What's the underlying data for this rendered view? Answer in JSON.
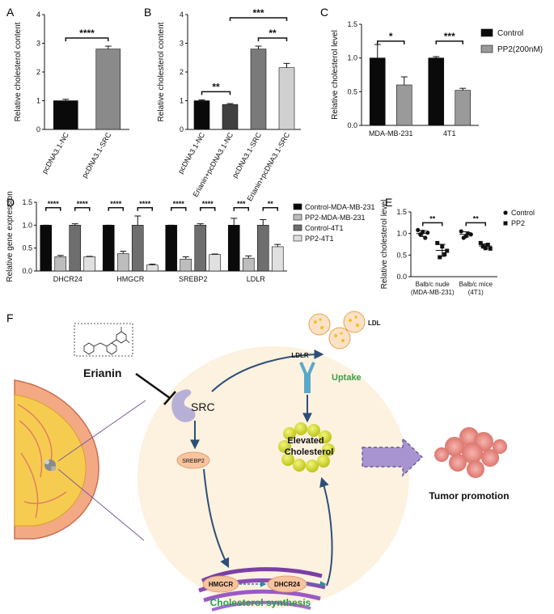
{
  "panel_labels": {
    "A": "A",
    "B": "B",
    "C": "C",
    "D": "D",
    "E": "E",
    "F": "F"
  },
  "colors": {
    "black": "#0a0a0a",
    "dark_gray": "#6e6e6e",
    "mid_gray": "#9a9a9a",
    "light_gray": "#d4d4d4",
    "cell_fill": "#fdf1df",
    "pathway_blue": "#2c4f78",
    "uptake_green": "#3aa04a",
    "synthesis_green": "#27a043",
    "yellow": "#d9e02a",
    "purple_arrow": "#a894d0"
  },
  "chart_data": [
    {
      "id": "A",
      "type": "bar",
      "ylabel": "Relative cholesterol content",
      "ylim": [
        0,
        4
      ],
      "yticks": [
        0,
        1,
        2,
        3,
        4
      ],
      "categories": [
        "pcDNA3.1-NC",
        "pcDNA3.1-SRC"
      ],
      "values": [
        1.0,
        2.8
      ],
      "errors": [
        0.05,
        0.1
      ],
      "colors": [
        "#0a0a0a",
        "#8a8a8a"
      ],
      "significance": [
        {
          "from": 0,
          "to": 1,
          "label": "****"
        }
      ]
    },
    {
      "id": "B",
      "type": "bar",
      "ylabel": "Relative cholesterol content",
      "ylim": [
        0,
        4
      ],
      "yticks": [
        0,
        1,
        2,
        3,
        4
      ],
      "categories": [
        "pcDNA3.1-NC",
        "Erianin+pcDNA3.1-NC",
        "pcDNA3.1-SRC",
        "Erianin+pcDNA3.1-SRC"
      ],
      "values": [
        1.0,
        0.87,
        2.8,
        2.15
      ],
      "errors": [
        0.03,
        0.03,
        0.1,
        0.15
      ],
      "colors": [
        "#0a0a0a",
        "#404040",
        "#7a7a7a",
        "#d0d0d0"
      ],
      "significance": [
        {
          "from": 0,
          "to": 1,
          "label": "**"
        },
        {
          "from": 2,
          "to": 3,
          "label": "**"
        },
        {
          "from": 1,
          "to": 3,
          "label": "***"
        }
      ]
    },
    {
      "id": "C",
      "type": "bar",
      "ylabel": "Relative cholesterol level",
      "ylim": [
        0,
        1.5
      ],
      "yticks": [
        0.0,
        0.5,
        1.0,
        1.5
      ],
      "categories": [
        "MDA-MB-231",
        "4T1"
      ],
      "series": [
        {
          "name": "Control",
          "values": [
            1.0,
            1.0
          ],
          "errors": [
            0.2,
            0.02
          ],
          "color": "#0a0a0a"
        },
        {
          "name": "PP2(200nM)",
          "values": [
            0.6,
            0.52
          ],
          "errors": [
            0.12,
            0.03
          ],
          "color": "#9a9a9a"
        }
      ],
      "significance": [
        {
          "group": 0,
          "label": "*"
        },
        {
          "group": 1,
          "label": "***"
        }
      ],
      "legend": "right"
    },
    {
      "id": "D",
      "type": "bar",
      "ylabel": "Relative gene expression",
      "ylim": [
        0,
        1.5
      ],
      "yticks": [
        0.0,
        0.5,
        1.0,
        1.5
      ],
      "categories": [
        "DHCR24",
        "HMGCR",
        "SREBP2",
        "LDLR"
      ],
      "series": [
        {
          "name": "Control-MDA-MB-231",
          "values": [
            1.0,
            1.0,
            1.0,
            1.0
          ],
          "errors": [
            0.0,
            0.0,
            0.0,
            0.15
          ],
          "color": "#0a0a0a"
        },
        {
          "name": "PP2-MDA-MB-231",
          "values": [
            0.31,
            0.38,
            0.26,
            0.28
          ],
          "errors": [
            0.03,
            0.05,
            0.05,
            0.05
          ],
          "color": "#bdbdbd"
        },
        {
          "name": "Control-4T1",
          "values": [
            1.0,
            1.0,
            1.0,
            1.0
          ],
          "errors": [
            0.03,
            0.2,
            0.03,
            0.12
          ],
          "color": "#6e6e6e"
        },
        {
          "name": "PP2-4T1",
          "values": [
            0.31,
            0.13,
            0.36,
            0.53
          ],
          "errors": [
            0.01,
            0.02,
            0.01,
            0.05
          ],
          "color": "#e0e0e0"
        }
      ],
      "significance": [
        {
          "group": 0,
          "pair": 0,
          "label": "****"
        },
        {
          "group": 0,
          "pair": 1,
          "label": "****"
        },
        {
          "group": 1,
          "pair": 0,
          "label": "****"
        },
        {
          "group": 1,
          "pair": 1,
          "label": "****"
        },
        {
          "group": 2,
          "pair": 0,
          "label": "****"
        },
        {
          "group": 2,
          "pair": 1,
          "label": "****"
        },
        {
          "group": 3,
          "pair": 0,
          "label": "***"
        },
        {
          "group": 3,
          "pair": 1,
          "label": "**"
        }
      ],
      "legend": "right"
    },
    {
      "id": "E",
      "type": "scatter",
      "ylabel": "Relative cholesterol level",
      "ylim": [
        0,
        1.5
      ],
      "yticks": [
        0.0,
        0.5,
        1.0,
        1.5
      ],
      "categories": [
        "Balb/c nude (MDA-MB-231)",
        "Balb/c mice (4T1)"
      ],
      "category_lines": [
        [
          "Balb/c nude",
          "(MDA-MB-231)"
        ],
        [
          "Balb/c mice",
          "(4T1)"
        ]
      ],
      "series": [
        {
          "name": "Control",
          "marker": "circle",
          "points": [
            [
              1.08,
              1.02,
              0.98,
              0.9,
              1.04
            ],
            [
              1.05,
              0.98,
              0.9,
              1.0,
              0.94
            ]
          ],
          "mean": [
            1.0,
            0.98
          ],
          "sd": [
            0.07,
            0.06
          ]
        },
        {
          "name": "PP2",
          "marker": "square",
          "points": [
            [
              0.78,
              0.6,
              0.45,
              0.52,
              0.7
            ],
            [
              0.78,
              0.65,
              0.7,
              0.74,
              0.66
            ]
          ],
          "mean": [
            0.61,
            0.71
          ],
          "sd": [
            0.14,
            0.05
          ]
        }
      ],
      "significance": [
        {
          "group": 0,
          "label": "**"
        },
        {
          "group": 1,
          "label": "**"
        }
      ],
      "legend": "top-right"
    }
  ],
  "diagram": {
    "compound": "Erianin",
    "src": "SRC",
    "srebp2": "SREBP2",
    "hmgcr": "HMGCR",
    "dhcr24": "DHCR24",
    "ldl": "LDL",
    "ldlr": "LDLR",
    "uptake": "Uptake",
    "elevated_line1": "Elevated",
    "elevated_line2": "Cholesterol",
    "synthesis": "Cholesterol synthesis",
    "tumor": "Tumor promotion"
  }
}
